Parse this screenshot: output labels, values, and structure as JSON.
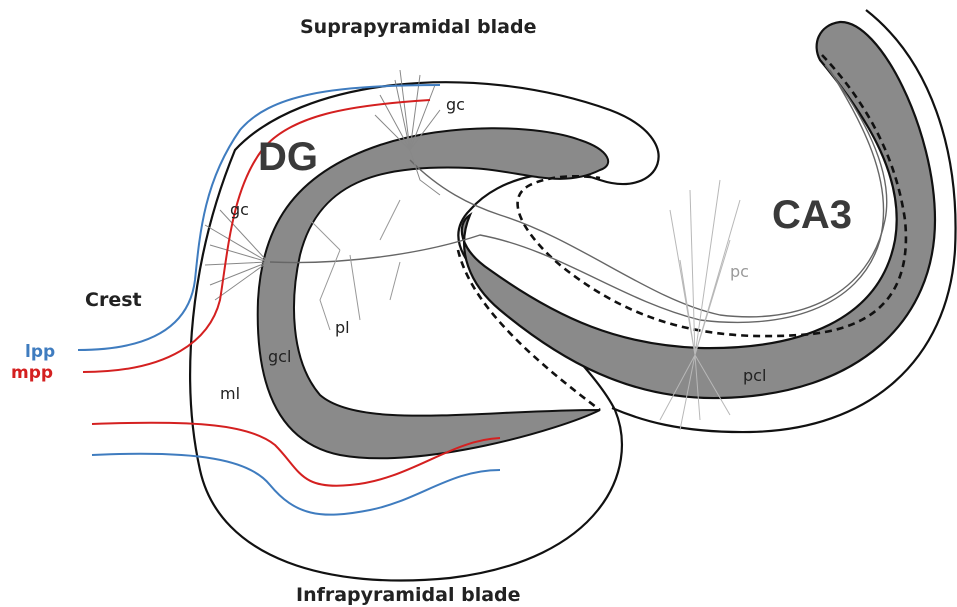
{
  "labels": {
    "supra": "Suprapyramidal blade",
    "infra": "Infrapyramidal blade",
    "dg": "DG",
    "ca3": "CA3",
    "crest": "Crest",
    "gc_top": "gc",
    "gc_left": "gc",
    "pc": "pc",
    "pl": "pl",
    "gcl": "gcl",
    "ml": "ml",
    "pcl": "pcl",
    "lpp": "lpp",
    "mpp": "mpp"
  },
  "colors": {
    "lpp": "#3f7cbf",
    "mpp": "#d42020",
    "layer_fill": "#8a8a8a",
    "outline": "#111111",
    "neuron": "#777777",
    "pc_neuron": "#b8b8b8"
  }
}
